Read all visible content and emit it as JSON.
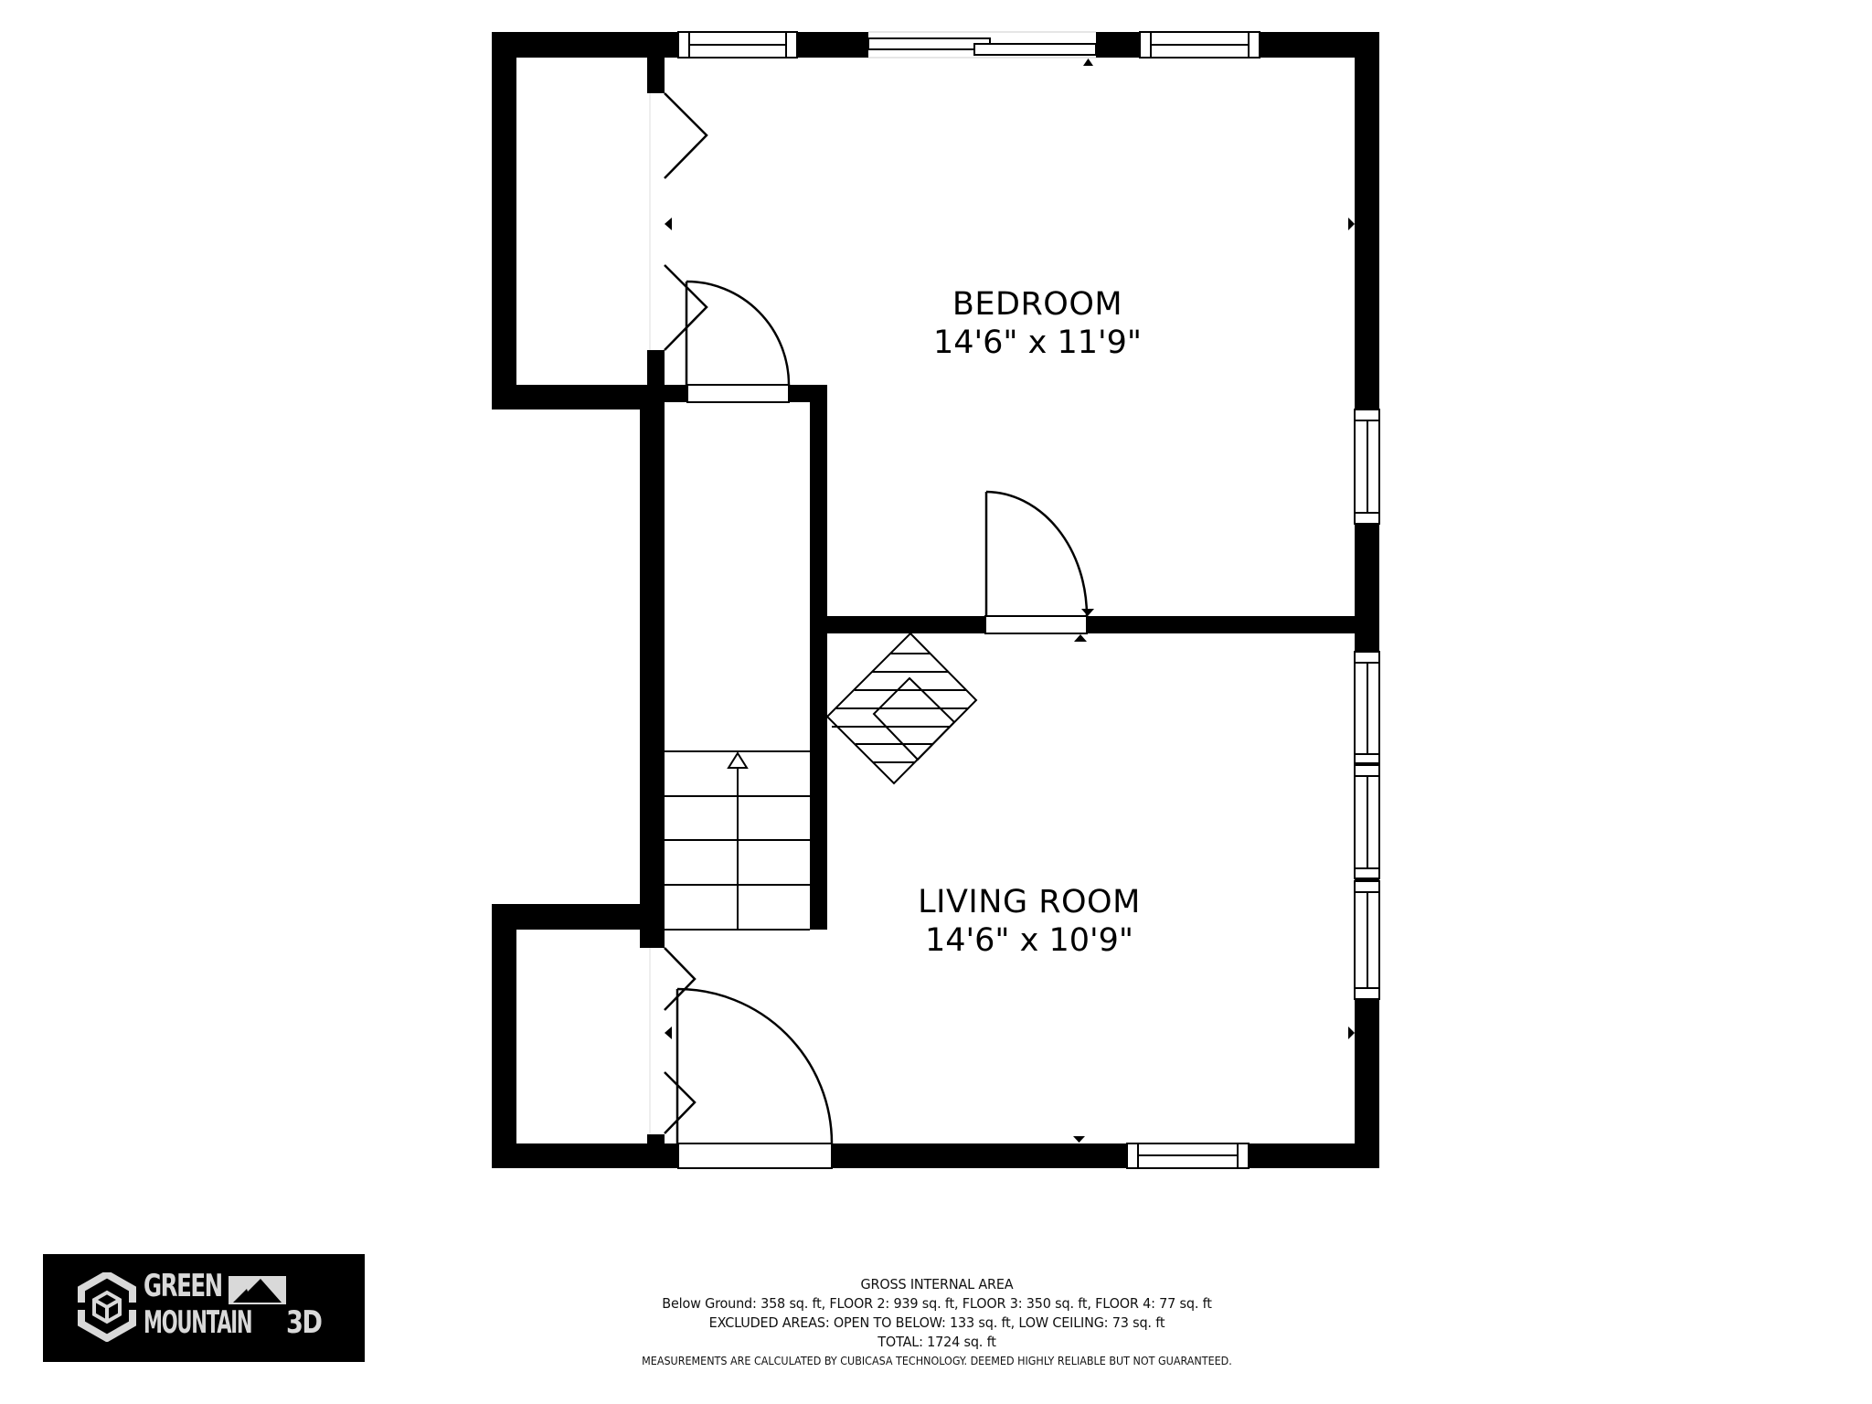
{
  "floorplan": {
    "rooms": [
      {
        "id": "bedroom",
        "name": "BEDROOM",
        "dimensions": "14'6\" x 11'9\""
      },
      {
        "id": "living-room",
        "name": "LIVING ROOM",
        "dimensions": "14'6\" x 10'9\""
      }
    ],
    "symbols": [
      "window",
      "sliding-door",
      "swing-door",
      "bifold-door",
      "stairs-up-arrow",
      "spiral-stair",
      "wall-marker"
    ],
    "colors": {
      "wall": "#000000",
      "background": "#ffffff",
      "logo_fg": "#d9d9d9"
    }
  },
  "area_summary": {
    "title": "GROSS INTERNAL AREA",
    "floors_line": "Below Ground: 358 sq. ft, FLOOR 2: 939 sq. ft, FLOOR 3: 350 sq. ft, FLOOR 4: 77 sq. ft",
    "excluded_line": "EXCLUDED AREAS: OPEN TO BELOW: 133 sq. ft, LOW CEILING: 73 sq. ft",
    "total_line": "TOTAL: 1724 sq. ft",
    "disclaimer": "MEASUREMENTS ARE CALCULATED BY CUBICASA TECHNOLOGY. DEEMED HIGHLY RELIABLE BUT NOT GUARANTEED."
  },
  "logo": {
    "line1": "GREEN",
    "line2": "MOUNTAIN",
    "suffix": "3D",
    "icon": "hexagon-cube-icon",
    "mountain_icon": "mountain-icon"
  }
}
